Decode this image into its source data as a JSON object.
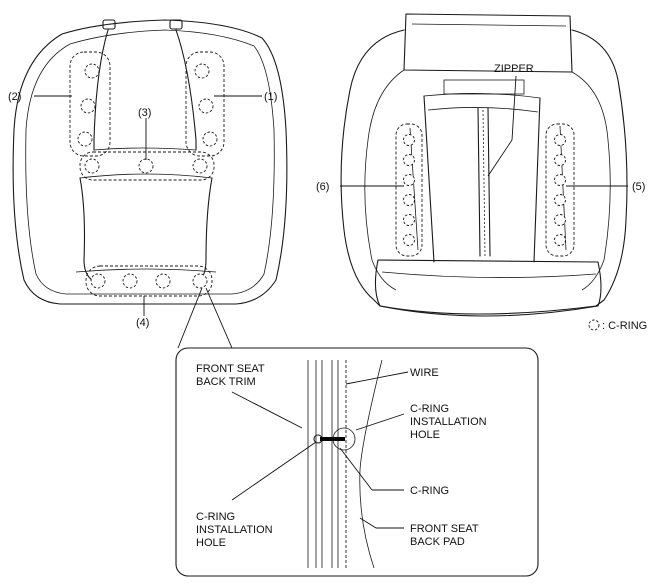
{
  "labels": {
    "callout_1": "(1)",
    "callout_2": "(2)",
    "callout_3": "(3)",
    "callout_4": "(4)",
    "callout_5": "(5)",
    "callout_6": "(6)",
    "zipper": "ZIPPER",
    "legend": ": C-RING"
  },
  "detail": {
    "front_seat_back_trim": [
      "FRONT SEAT",
      "BACK TRIM"
    ],
    "wire": "WIRE",
    "c_ring_installation_hole_right": [
      "C-RING",
      "INSTALLATION",
      "HOLE"
    ],
    "c_ring": "C-RING",
    "c_ring_installation_hole_left": [
      "C-RING",
      "INSTALLATION",
      "HOLE"
    ],
    "front_seat_back_pad": [
      "FRONT SEAT",
      "BACK PAD"
    ]
  }
}
